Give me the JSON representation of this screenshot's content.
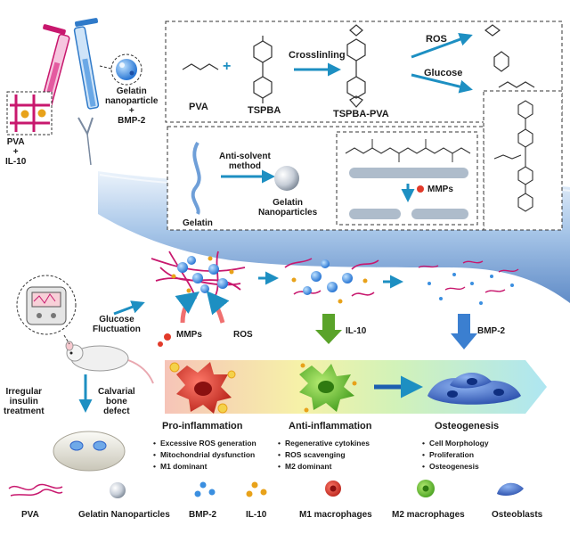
{
  "colors": {
    "scaffold_blue": "#6f9fd8",
    "pink_fiber": "#c8186e",
    "gelatin_blue": "#3b8fe0",
    "il10_gold": "#e8a21a",
    "m1_red": "#e23a2a",
    "m2_green": "#5cbc2a",
    "osteoblast_blue": "#2f63c9",
    "arrow_teal": "#1d8fc2"
  },
  "syringe": {
    "left_label": [
      "PVA",
      "+",
      "IL-10"
    ],
    "right_label": [
      "Gelatin",
      "nanoparticle",
      "+",
      "BMP-2"
    ]
  },
  "chemistry": {
    "pva": "PVA",
    "tspba": "TSPBA",
    "crosslinking": "Crosslinling",
    "product": "TSPBA-PVA",
    "ros": "ROS",
    "glucose": "Glucose",
    "plus": "+"
  },
  "gelatin_box": {
    "gelatin": "Gelatin",
    "method": [
      "Anti-solvent",
      "method"
    ],
    "nanoparticles": [
      "Gelatin",
      "Nanoparticles"
    ],
    "mmps": "MMPs"
  },
  "process": {
    "glucose_fluctuation": [
      "Glucose",
      "Fluctuation"
    ],
    "mmps": "MMPs",
    "ros": "ROS",
    "il10": "IL-10",
    "bmp2": "BMP-2",
    "irregular": [
      "Irregular",
      "insulin",
      "treatment"
    ],
    "calvarial": [
      "Calvarial",
      "bone",
      "defect"
    ]
  },
  "stages": [
    {
      "title": "Pro-inflammation",
      "bullets": [
        "Excessive ROS generation",
        "Mitochondrial dysfunction",
        "M1 dominant"
      ]
    },
    {
      "title": "Anti-inflammation",
      "bullets": [
        "Regenerative cytokines",
        "ROS scavenging",
        "M2 dominant"
      ]
    },
    {
      "title": "Osteogenesis",
      "bullets": [
        "Cell Morphology",
        "Proliferation",
        "Osteogenesis"
      ]
    }
  ],
  "legend": [
    "PVA",
    "Gelatin Nanoparticles",
    "BMP-2",
    "IL-10",
    "M1 macrophages",
    "M2 macrophages",
    "Osteoblasts"
  ]
}
